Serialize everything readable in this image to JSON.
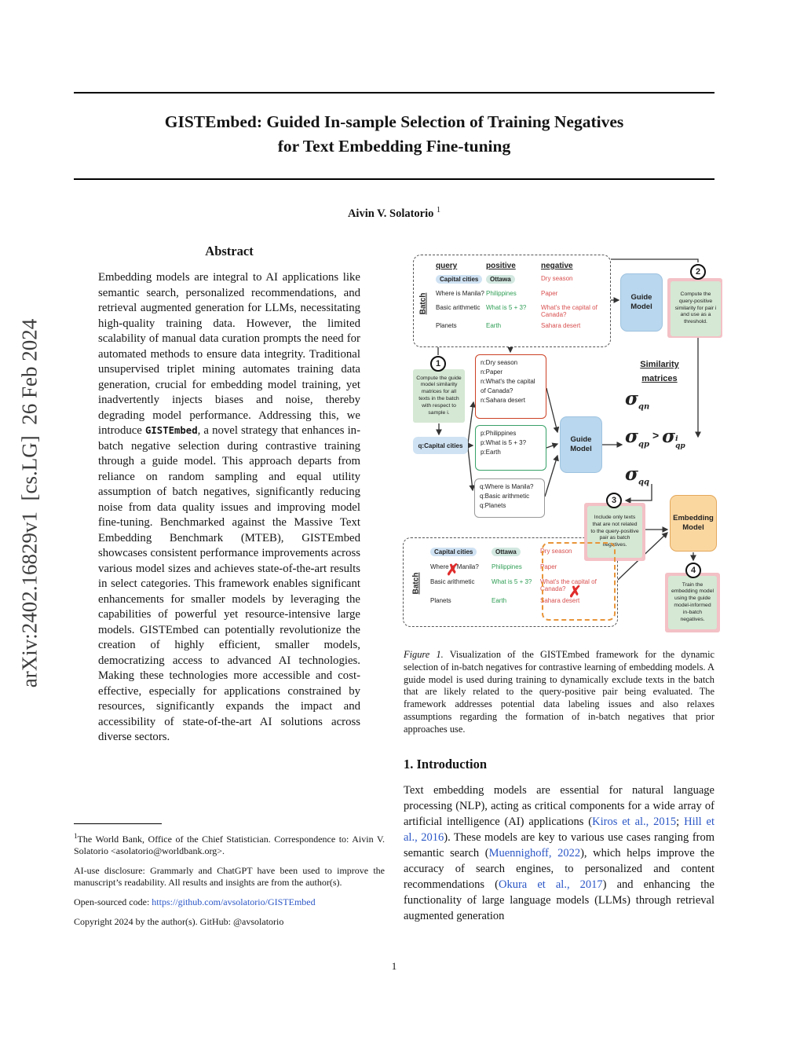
{
  "watermark": "arXiv:2402.16829v1  [cs.LG]  26 Feb 2024",
  "header": {
    "title1": "GISTEmbed: Guided In-sample Selection of Training Negatives",
    "title2": "for Text Embedding Fine-tuning",
    "author": "Aivin V. Solatorio",
    "author_sup": "1"
  },
  "abstract": {
    "heading": "Abstract",
    "pre": "Embedding models are integral to AI applications like semantic search, personalized recommendations, and retrieval augmented generation for LLMs, necessitating high-quality training data. However, the limited scalability of manual data curation prompts the need for automated methods to ensure data integrity. Traditional unsupervised triplet mining automates training data generation, crucial for embedding model training, yet inadvertently injects biases and noise, thereby degrading model performance. Addressing this, we introduce ",
    "code": "GISTEmbed",
    "post": ", a novel strategy that enhances in-batch negative selection during contrastive training through a guide model. This approach departs from reliance on random sampling and equal utility assumption of batch negatives, significantly reducing noise from data quality issues and improving model fine-tuning. Benchmarked against the Massive Text Embedding Benchmark (MTEB), GISTEmbed showcases consistent performance improvements across various model sizes and achieves state-of-the-art results in select categories. This framework enables significant enhancements for smaller models by leveraging the capabilities of powerful yet resource-intensive large models. GISTEmbed can potentially revolutionize the creation of highly efficient, smaller models, democratizing access to advanced AI technologies. Making these technologies more accessible and cost-effective, especially for applications constrained by resources, significantly expands the impact and accessibility of state-of-the-art AI solutions across diverse sectors."
  },
  "footnote": {
    "sup": "1",
    "affiliation": "The World Bank, Office of the Chief Statistician. Correspondence to: Aivin V. Solatorio <asolatorio@worldbank.org>.",
    "ai_disclosure": "AI-use disclosure: Grammarly and ChatGPT have been used to improve the manuscript’s readability. All results and insights are from the author(s).",
    "code_label": "Open-sourced code: ",
    "code_url": "https://github.com/avsolatorio/GISTEmbed",
    "copyright": "Copyright 2024 by the author(s). GitHub: @avsolatorio"
  },
  "figure": {
    "batch_label": "Batch",
    "headers": {
      "query": "query",
      "positive": "positive",
      "negative": "negative"
    },
    "rows": [
      {
        "q": "Capital cities",
        "p": "Ottawa",
        "n": "Dry season"
      },
      {
        "q": "Where is Manila?",
        "p": "Philippines",
        "n": "Paper"
      },
      {
        "q": "Basic arithmetic",
        "p": "What is 5 + 3?",
        "n": "What's the capital of Canada?"
      },
      {
        "q": "Planets",
        "p": "Earth",
        "n": "Sahara desert"
      }
    ],
    "guide_model": "Guide Model",
    "embedding_model": "Embedding Model",
    "q_sample": "q:Capital cities",
    "neg_lines": [
      "n:Dry season",
      "n:Paper",
      "n:What's the capital of Canada?",
      "n:Sahara desert"
    ],
    "pos_lines": [
      "p:Philippines",
      "p:What is 5 + 3?",
      "p:Earth"
    ],
    "query_lines": [
      "q:Where is Manila?",
      "q:Basic arithmetic",
      "q:Planets"
    ],
    "similarity_line1": "Similarity",
    "similarity_line2": "matrices",
    "sigma": "σ",
    "sub_qn": "qn",
    "sub_qp": "qp",
    "sub_qq": "qq",
    "sup_i": "i",
    "gt": ">",
    "cross": "✗",
    "steps": [
      {
        "num": "1",
        "text": "Compute the guide model similarity matrices for all texts in the batch with respect to sample i."
      },
      {
        "num": "2",
        "text": "Compute the query-positive similarity for pair i and use as a threshold."
      },
      {
        "num": "3",
        "text": "Include only texts that are not related to the query-positive pair as batch negatives."
      },
      {
        "num": "4",
        "text": "Train the embedding model using the guide model-informed in-batch negatives."
      }
    ]
  },
  "caption": {
    "label": "Figure 1.",
    "text": " Visualization of the GISTEmbed framework for the dynamic selection of in-batch negatives for contrastive learning of embedding models. A guide model is used during training to dynamically exclude texts in the batch that are likely related to the query-positive pair being evaluated. The framework addresses potential data labeling issues and also relaxes assumptions regarding the formation of in-batch negatives that prior approaches use."
  },
  "intro": {
    "heading": "1. Introduction",
    "seg1": "Text embedding models are essential for natural language processing (NLP), acting as critical components for a wide array of artificial intelligence (AI) applications (",
    "cite1": "Kiros et al., 2015",
    "seg2": "; ",
    "cite2": "Hill et al., 2016",
    "seg3": "). These models are key to various use cases ranging from semantic search (",
    "cite3": "Muennighoff, 2022",
    "seg4": "), which helps improve the accuracy of search engines, to personalized and content recommendations (",
    "cite4": "Okura et al., 2017",
    "seg5": ") and enhancing the functionality of large language models (LLMs) through retrieval augmented generation"
  },
  "page_number": "1"
}
